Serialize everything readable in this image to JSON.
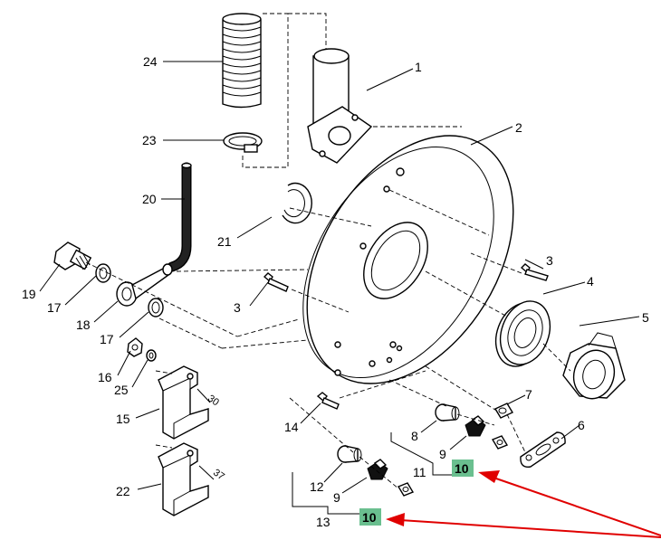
{
  "diagram": {
    "callouts": [
      {
        "id": "c24",
        "text": "24"
      },
      {
        "id": "c23",
        "text": "23"
      },
      {
        "id": "c20",
        "text": "20"
      },
      {
        "id": "c21",
        "text": "21"
      },
      {
        "id": "c19",
        "text": "19"
      },
      {
        "id": "c17a",
        "text": "17"
      },
      {
        "id": "c18",
        "text": "18"
      },
      {
        "id": "c17b",
        "text": "17"
      },
      {
        "id": "c3a",
        "text": "3"
      },
      {
        "id": "c16",
        "text": "16"
      },
      {
        "id": "c25",
        "text": "25"
      },
      {
        "id": "c15",
        "text": "15"
      },
      {
        "id": "c22",
        "text": "22"
      },
      {
        "id": "c14",
        "text": "14"
      },
      {
        "id": "c1",
        "text": "1"
      },
      {
        "id": "c2",
        "text": "2"
      },
      {
        "id": "c3b",
        "text": "3"
      },
      {
        "id": "c4",
        "text": "4"
      },
      {
        "id": "c5",
        "text": "5"
      },
      {
        "id": "c6",
        "text": "6"
      },
      {
        "id": "c7",
        "text": "7"
      },
      {
        "id": "c8",
        "text": "8"
      },
      {
        "id": "c9a",
        "text": "9"
      },
      {
        "id": "c11",
        "text": "11"
      },
      {
        "id": "c12",
        "text": "12"
      },
      {
        "id": "c9b",
        "text": "9"
      },
      {
        "id": "c13",
        "text": "13"
      },
      {
        "id": "c30",
        "text": "30"
      },
      {
        "id": "c37",
        "text": "37"
      }
    ],
    "highlighted": [
      {
        "id": "h10a",
        "text": "10"
      },
      {
        "id": "h10b",
        "text": "10"
      }
    ],
    "colors": {
      "highlight": "#6abf8f",
      "arrow": "#e00000"
    }
  }
}
